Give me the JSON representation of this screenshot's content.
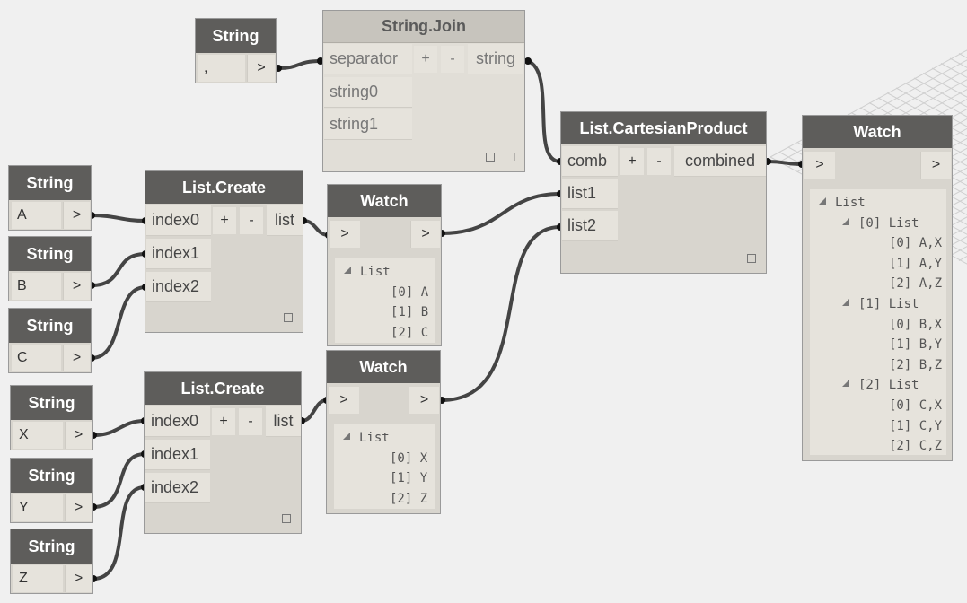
{
  "nodes": {
    "sep_string": {
      "title": "String",
      "value": ",",
      "arrow": ">"
    },
    "string_join": {
      "title": "String.Join",
      "inputs": [
        "separator",
        "string0",
        "string1"
      ],
      "output": "string",
      "add": "+",
      "remove": "-",
      "cursor": "I"
    },
    "string_a": {
      "title": "String",
      "value": "A",
      "arrow": ">"
    },
    "string_b": {
      "title": "String",
      "value": "B",
      "arrow": ">"
    },
    "string_c": {
      "title": "String",
      "value": "C",
      "arrow": ">"
    },
    "string_x": {
      "title": "String",
      "value": "X",
      "arrow": ">"
    },
    "string_y": {
      "title": "String",
      "value": "Y",
      "arrow": ">"
    },
    "string_z": {
      "title": "String",
      "value": "Z",
      "arrow": ">"
    },
    "list_create_1": {
      "title": "List.Create",
      "inputs": [
        "index0",
        "index1",
        "index2"
      ],
      "output": "list",
      "add": "+",
      "remove": "-"
    },
    "list_create_2": {
      "title": "List.Create",
      "inputs": [
        "index0",
        "index1",
        "index2"
      ],
      "output": "list",
      "add": "+",
      "remove": "-"
    },
    "watch_1": {
      "title": "Watch",
      "in": ">",
      "out": ">",
      "tree": [
        "List",
        "[0] A",
        "[1] B",
        "[2] C"
      ]
    },
    "watch_2": {
      "title": "Watch",
      "in": ">",
      "out": ">",
      "tree": [
        "List",
        "[0] X",
        "[1] Y",
        "[2] Z"
      ]
    },
    "cartesian": {
      "title": "List.CartesianProduct",
      "inputs": [
        "comb",
        "list1",
        "list2"
      ],
      "output": "combined",
      "add": "+",
      "remove": "-"
    },
    "watch_3": {
      "title": "Watch",
      "in": ">",
      "out": ">",
      "tree": [
        "List",
        "[0] List",
        "[0] A,X",
        "[1] A,Y",
        "[2] A,Z",
        "[1] List",
        "[0] B,X",
        "[1] B,Y",
        "[2] B,Z",
        "[2] List",
        "[0] C,X",
        "[1] C,Y",
        "[2] C,Z"
      ]
    }
  },
  "colors": {
    "canvas": "#f0f0f0",
    "header": "#5e5d5b",
    "wire": "#3f3f3f"
  }
}
